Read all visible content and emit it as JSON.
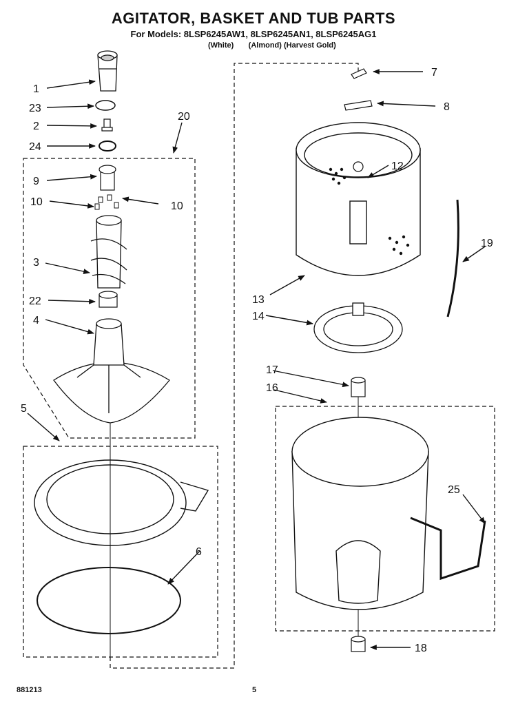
{
  "header": {
    "title": "AGITATOR, BASKET AND TUB PARTS",
    "models": "For Models: 8LSP6245AW1, 8LSP6245AN1, 8LSP6245AG1",
    "color_white": "(White)",
    "color_almond": "(Almond)",
    "color_harvest": "(Harvest Gold)"
  },
  "callouts": {
    "c1": "1",
    "c23": "23",
    "c2": "2",
    "c24": "24",
    "c20": "20",
    "c9": "9",
    "c10a": "10",
    "c10b": "10",
    "c3": "3",
    "c22": "22",
    "c4": "4",
    "c5": "5",
    "c6": "6",
    "c7": "7",
    "c8": "8",
    "c12": "12",
    "c13": "13",
    "c14": "14",
    "c19": "19",
    "c17": "17",
    "c16": "16",
    "c25": "25",
    "c18": "18"
  },
  "footer": {
    "doc_number": "881213",
    "page_number": "5"
  }
}
